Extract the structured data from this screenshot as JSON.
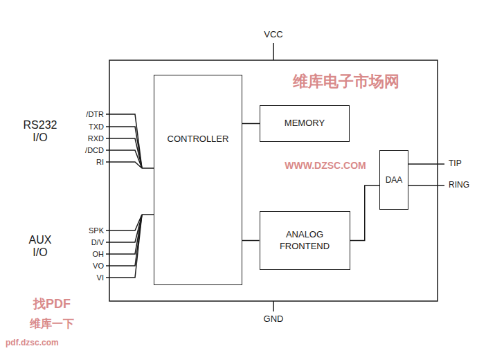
{
  "diagram": {
    "nodes": [
      {
        "text": [
          "CONTROLLER"
        ]
      },
      {
        "text": [
          "MEMORY"
        ]
      },
      {
        "text": [
          "ANALOG FRONTEND"
        ]
      },
      {
        "text": [
          "DAA"
        ]
      }
    ],
    "edges": [
      {
        "from": 0,
        "to": 1,
        "arrow": "none"
      },
      {
        "from": 0,
        "to": 2,
        "arrow": "none"
      },
      {
        "from": 2,
        "to": 3,
        "arrow": "none"
      }
    ],
    "labels": [
      "VCC",
      "GND",
      "RS232 I/O",
      "/DTR",
      "TXD",
      "RXD",
      "/DCD",
      "RI",
      "AUX I/O",
      "SPK",
      "D/V",
      "OH",
      "VO",
      "VI",
      "TIP",
      "RING",
      "维库电子市场网",
      "WWW.DZSC.COM",
      "找PDF",
      "维库一下",
      "pdf.dzsc.com"
    ]
  }
}
